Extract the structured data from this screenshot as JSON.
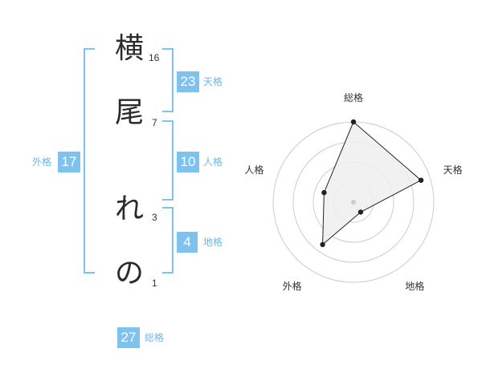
{
  "name_chars": [
    {
      "char": "横",
      "strokes": "16"
    },
    {
      "char": "尾",
      "strokes": "7"
    },
    {
      "char": "れ",
      "strokes": "3"
    },
    {
      "char": "の",
      "strokes": "1"
    }
  ],
  "kakusu": {
    "tenkaku": {
      "value": "23",
      "label": "天格"
    },
    "jinkaku": {
      "value": "10",
      "label": "人格"
    },
    "chikaku": {
      "value": "4",
      "label": "地格"
    },
    "gaikaku": {
      "value": "17",
      "label": "外格"
    },
    "soukaku": {
      "value": "27",
      "label": "総格"
    }
  },
  "chart_data": {
    "type": "radar",
    "axes": [
      "総格",
      "天格",
      "地格",
      "外格",
      "人格"
    ],
    "values": [
      27,
      23,
      4,
      17,
      10
    ],
    "rlim": [
      0,
      26
    ],
    "rings": 4,
    "colors": {
      "ring": "#cccccc",
      "fill": "#eeeeee",
      "line": "#222222",
      "point": "#222222",
      "center": "#cccccc"
    }
  },
  "colors": {
    "accent": "#7ec3f0",
    "label": "#6fb6e8"
  }
}
